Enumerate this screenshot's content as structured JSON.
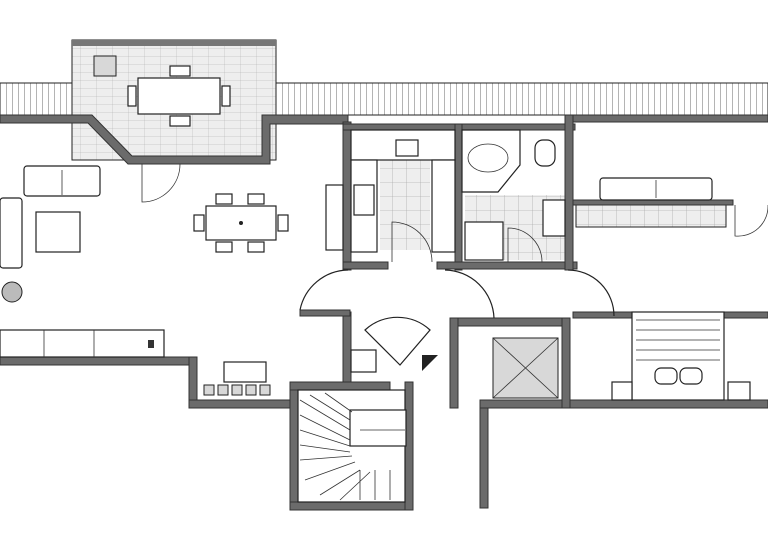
{
  "colors": {
    "wall": "#6b6b6b",
    "line": "#222222",
    "tile_floor": "#e8e8e8",
    "terrace_floor": "#ececec",
    "background": "#ffffff"
  },
  "rooms": [
    "terrace",
    "living-room",
    "dining-area",
    "kitchen",
    "bathroom",
    "bedroom",
    "hallway",
    "staircase",
    "elevator"
  ]
}
